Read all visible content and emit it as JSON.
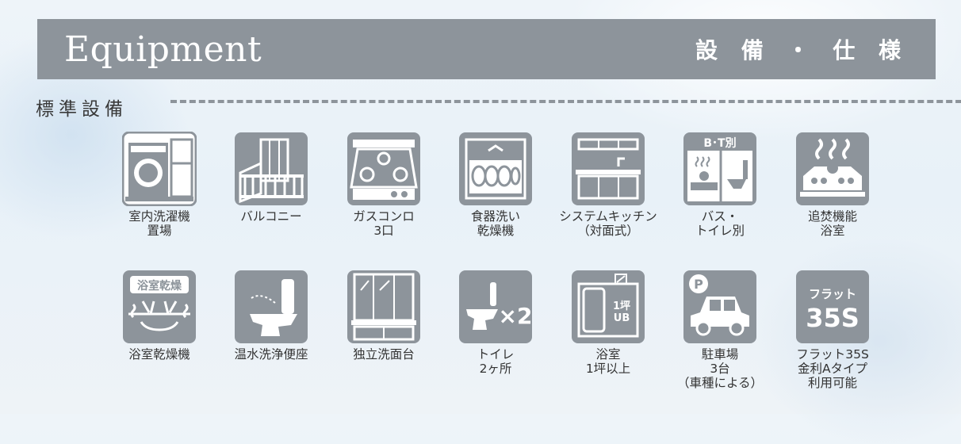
{
  "header": {
    "title": "Equipment",
    "subtitle": "設 備 ・ 仕 様"
  },
  "section": {
    "title": "標準設備"
  },
  "items": [
    {
      "icon": "washer-space-icon",
      "caption": "室内洗濯機\n置場"
    },
    {
      "icon": "balcony-icon",
      "caption": "バルコニー"
    },
    {
      "icon": "gas-stove-icon",
      "caption": "ガスコンロ\n3口"
    },
    {
      "icon": "dishwasher-dryer-icon",
      "caption": "食器洗い\n乾燥機"
    },
    {
      "icon": "system-kitchen-icon",
      "caption": "システムキッチン\n（対面式）"
    },
    {
      "icon": "separate-bath-toilet-icon",
      "caption": "バス・\nトイレ別",
      "badge": "B･T別"
    },
    {
      "icon": "reheat-bath-icon",
      "caption": "追焚機能\n浴室"
    },
    {
      "icon": "bathroom-dryer-icon",
      "caption": "浴室乾燥機",
      "badge": "浴室乾燥"
    },
    {
      "icon": "washlet-toilet-icon",
      "caption": "温水洗浄便座"
    },
    {
      "icon": "vanity-icon",
      "caption": "独立洗面台"
    },
    {
      "icon": "two-toilets-icon",
      "caption": "トイレ\n2ヶ所",
      "badge": "×2"
    },
    {
      "icon": "unit-bath-icon",
      "caption": "浴室\n1坪以上",
      "badge": "1坪\nUB"
    },
    {
      "icon": "parking-icon",
      "caption": "駐車場\n3台\n（車種による）",
      "badge": "P"
    },
    {
      "icon": "flat35s-icon",
      "caption": "フラット35S\n金利Aタイプ\n利用可能",
      "badge": "フラット\n35S"
    }
  ],
  "colors": {
    "icon_bg": "#8d949b",
    "icon_fg": "#ffffff",
    "header_bg": "#8d949b",
    "text": "#333333"
  }
}
